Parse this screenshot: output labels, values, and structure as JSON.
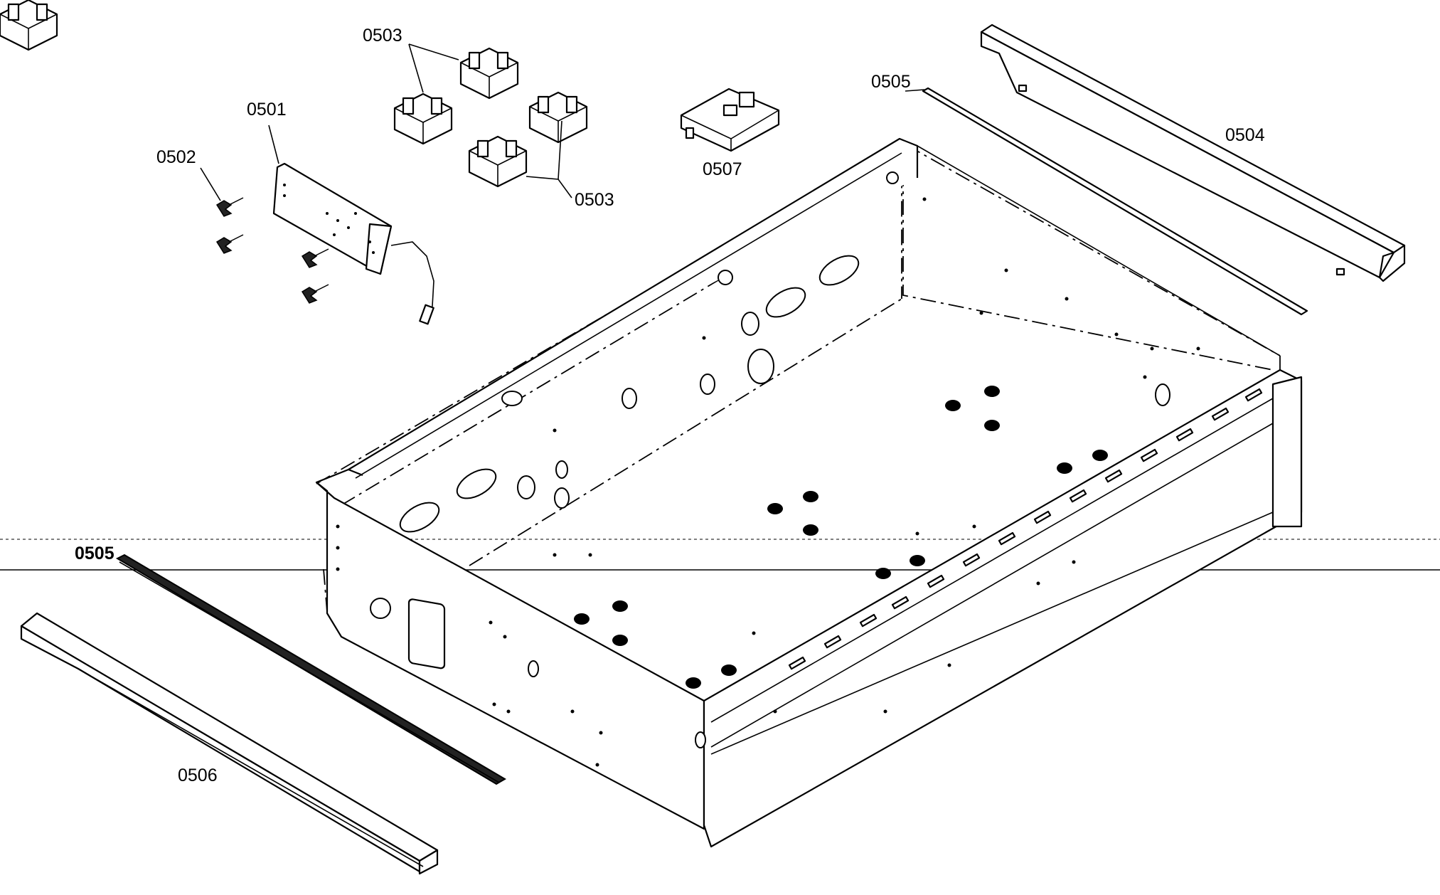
{
  "diagram": {
    "labels": [
      {
        "id": "0501",
        "text": "0501"
      },
      {
        "id": "0502",
        "text": "0502"
      },
      {
        "id": "0503a",
        "text": "0503"
      },
      {
        "id": "0503b",
        "text": "0503"
      },
      {
        "id": "0504",
        "text": "0504"
      },
      {
        "id": "0505a",
        "text": "0505"
      },
      {
        "id": "0505b",
        "text": "0505"
      },
      {
        "id": "0506",
        "text": "0506"
      },
      {
        "id": "0507",
        "text": "0507"
      }
    ]
  }
}
